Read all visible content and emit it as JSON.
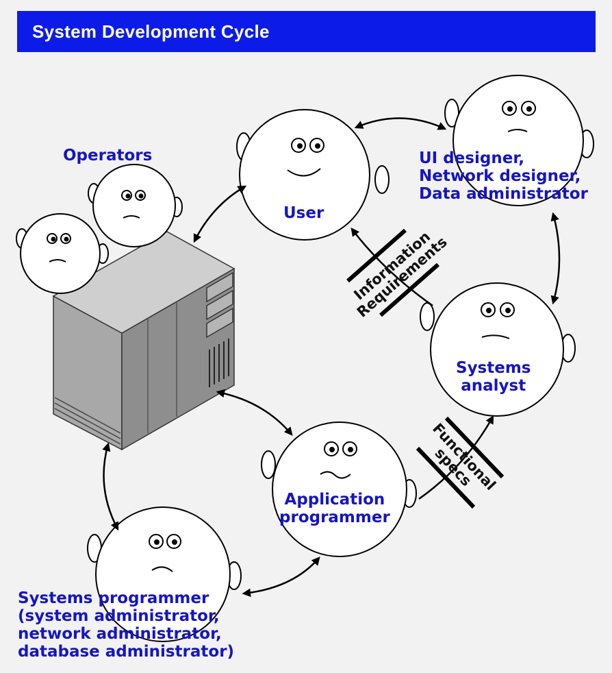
{
  "title": "System Development Cycle",
  "roles": {
    "operators": "Operators",
    "user": "User",
    "designers": [
      "UI designer,",
      "Network designer,",
      "Data administrator"
    ],
    "analyst": [
      "Systems",
      "analyst"
    ],
    "app_programmer": [
      "Application",
      "programmer"
    ],
    "sys_programmer": [
      "Systems programmer",
      "(system administrator,",
      "network administrator,",
      "database administrator)"
    ]
  },
  "flows": {
    "info_req": [
      "Information",
      "Requirements"
    ],
    "func_specs": [
      "Functional",
      "specs"
    ]
  },
  "colors": {
    "banner": "#0d1be8",
    "label": "#1515c4",
    "background": "#f2f2f2"
  }
}
